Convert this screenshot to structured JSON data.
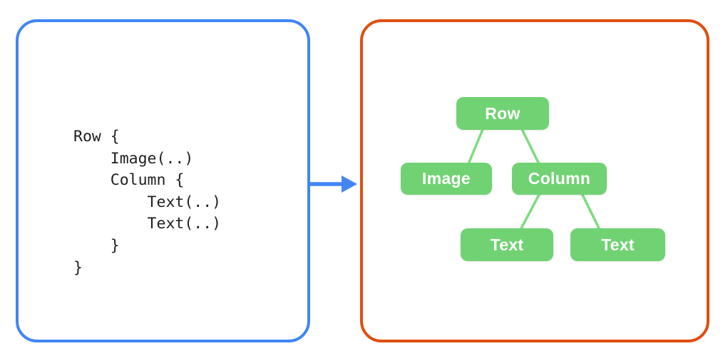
{
  "left_panel": {
    "code_lines": [
      "Row {",
      "    Image(..)",
      "    Column {",
      "        Text(..)",
      "        Text(..)",
      "    }",
      "}"
    ]
  },
  "arrow": {
    "direction": "right"
  },
  "right_panel": {
    "tree": {
      "nodes": {
        "row": {
          "label": "Row"
        },
        "image": {
          "label": "Image"
        },
        "column": {
          "label": "Column"
        },
        "text_left": {
          "label": "Text"
        },
        "text_right": {
          "label": "Text"
        }
      },
      "edges": [
        {
          "from": "row",
          "to": "image"
        },
        {
          "from": "row",
          "to": "column"
        },
        {
          "from": "column",
          "to": "text_left"
        },
        {
          "from": "column",
          "to": "text_right"
        }
      ]
    }
  },
  "colors": {
    "background": "#FFFFFF",
    "panel_blue_border": "#4285F4",
    "panel_orange_border": "#DF4E10",
    "arrow_blue": "#4285F4",
    "node_green": "#71D273",
    "connector_green": "#7FDA80",
    "node_text": "#FFFFFF",
    "code_text": "#1F1F1F"
  }
}
